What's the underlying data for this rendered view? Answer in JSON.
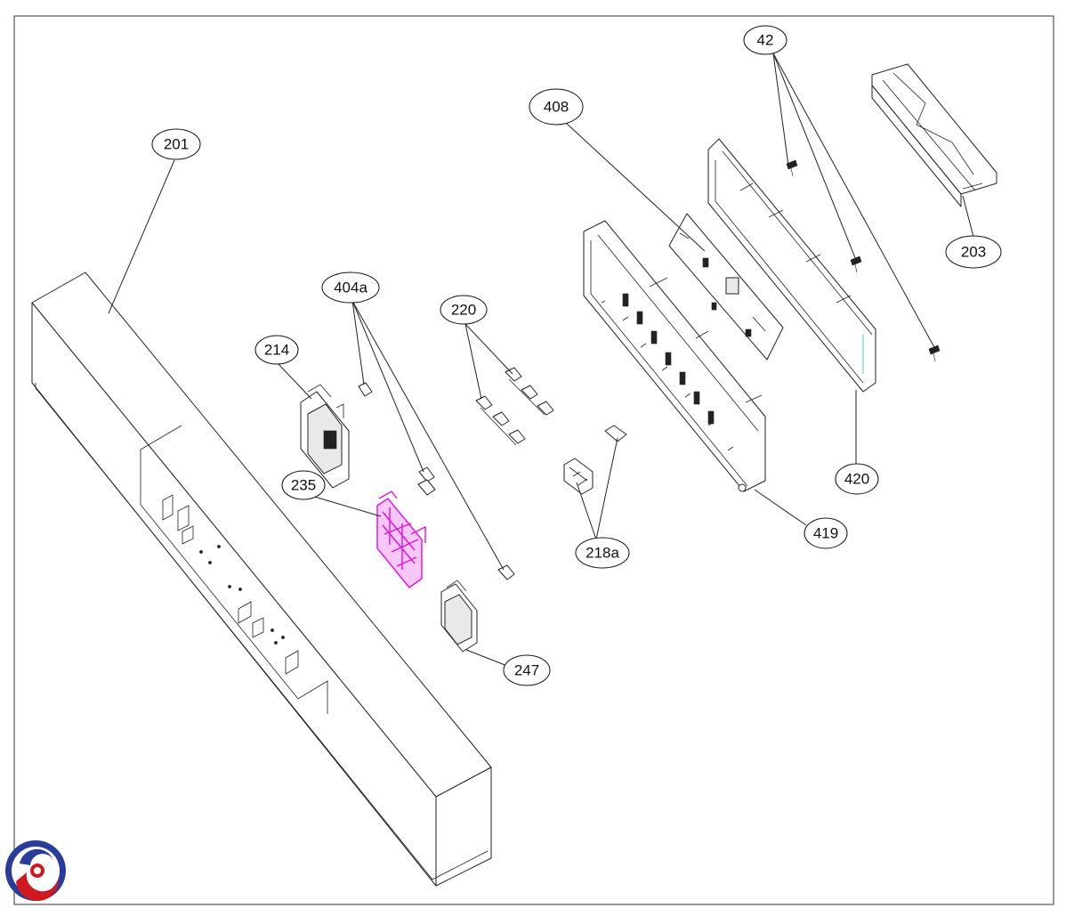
{
  "diagram": {
    "highlight_color": "#e010e0",
    "logo_colors": [
      "#d01820",
      "#2a3c9a"
    ],
    "callouts": {
      "c201": "201",
      "c42": "42",
      "c408": "408",
      "c203": "203",
      "c404a": "404a",
      "c214": "214",
      "c220": "220",
      "c235": "235",
      "c420": "420",
      "c419": "419",
      "c218a": "218a",
      "c247": "247"
    }
  }
}
